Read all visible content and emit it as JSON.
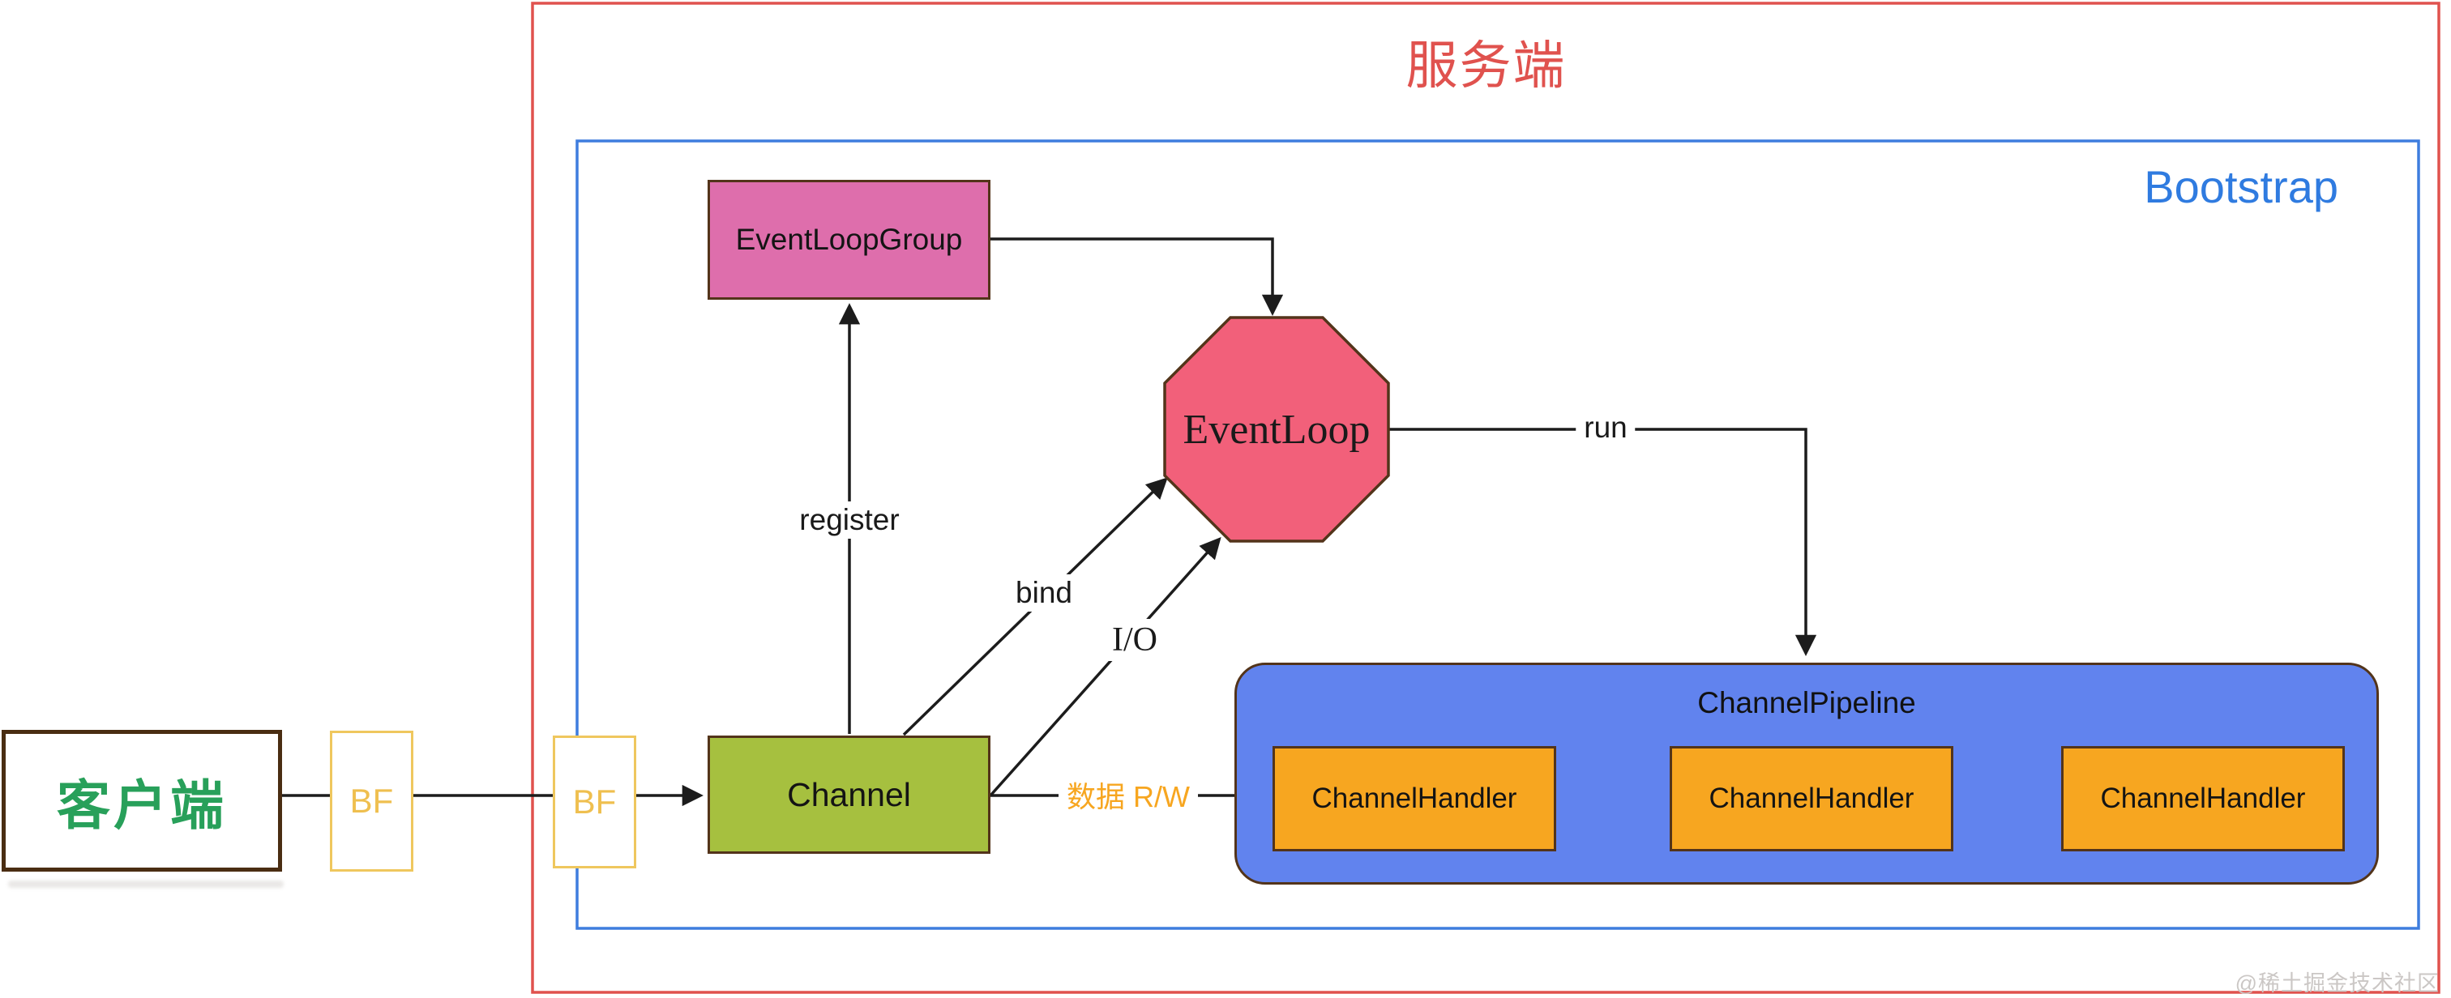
{
  "title": "服务端",
  "bootstrap_label": "Bootstrap",
  "nodes": {
    "event_loop_group": "EventLoopGroup",
    "event_loop": "EventLoop",
    "channel": "Channel",
    "channel_pipeline": "ChannelPipeline",
    "handler_1": "ChannelHandler",
    "handler_2": "ChannelHandler",
    "handler_3": "ChannelHandler",
    "client": "客户端",
    "buffer_1": "BF",
    "buffer_2": "BF"
  },
  "edges": {
    "register": "register",
    "bind": "bind",
    "io": "I/O",
    "run": "run",
    "data_rw": "数据 R/W"
  },
  "watermark": "@稀土掘金技术社区",
  "colors": {
    "server_border": "#E0524E",
    "server_title_text": "#E0524E",
    "bootstrap_border": "#3E7DDE",
    "bootstrap_text": "#2F7BE0",
    "node_stroke": "#53341A",
    "event_loop_group_fill": "#DE6EAC",
    "event_loop_fill": "#F2607A",
    "channel_fill": "#A6C03F",
    "pipeline_fill": "#6183EE",
    "handler_fill": "#F7A620",
    "client_text": "#28A05A",
    "buffer_accent": "#EFC75E",
    "data_rw_text": "#F7A620",
    "line": "#1C1C1C",
    "watermark_text": "#CBC7C5"
  }
}
